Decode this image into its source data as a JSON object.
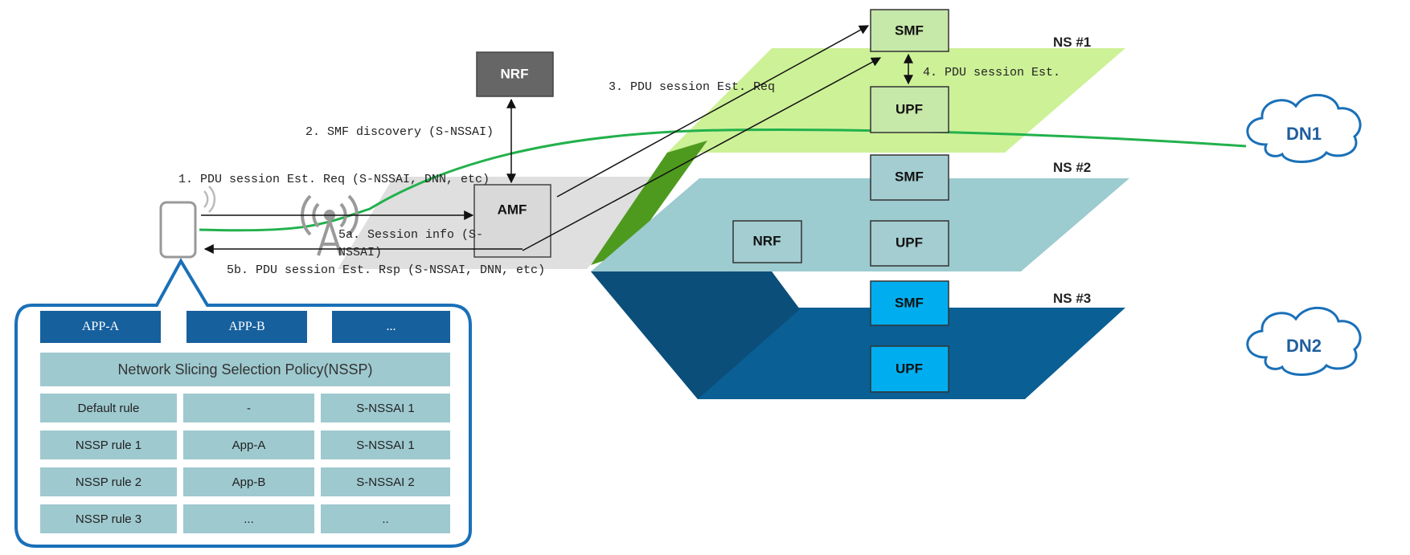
{
  "network_functions": {
    "nrf_top": "NRF",
    "amf": "AMF",
    "smf_ns1": "SMF",
    "upf_ns1": "UPF",
    "smf_ns2": "SMF",
    "upf_ns2": "UPF",
    "nrf_ns2": "NRF",
    "smf_ns3": "SMF",
    "upf_ns3": "UPF"
  },
  "slices": {
    "ns1": "NS #1",
    "ns2": "NS #2",
    "ns3": "NS #3"
  },
  "data_networks": {
    "dn1": "DN1",
    "dn2": "DN2"
  },
  "messages": {
    "step1": "1. PDU session Est. Req (S-NSSAI, DNN, etc)",
    "step2": "2. SMF discovery (S-NSSAI)",
    "step3": "3. PDU session Est. Req",
    "step4": "4. PDU session Est.",
    "step5a_line1": "5a. Session info (S-",
    "step5a_line2": "NSSAI)",
    "step5b": "5b. PDU session Est. Rsp (S-NSSAI, DNN, etc)"
  },
  "nssp": {
    "apps": [
      "APP-A",
      "APP-B",
      "..."
    ],
    "title": "Network Slicing Selection Policy(NSSP)",
    "rows": [
      [
        "Default rule",
        "-",
        "S-NSSAI 1"
      ],
      [
        "NSSP rule 1",
        "App-A",
        "S-NSSAI 1"
      ],
      [
        "NSSP rule 2",
        "App-B",
        "S-NSSAI 2"
      ],
      [
        "NSSP rule 3",
        "...",
        ".."
      ]
    ]
  },
  "colors": {
    "ns1_plane": "#c8f08c",
    "ns2_plane": "#9ccbd0",
    "ns3_plane": "#0a5f94",
    "amf_plane": "#d9d9d9",
    "ns1_box": "#c6e8a8",
    "ns2_box": "#a3cdd1",
    "ns3_box": "#00aeef",
    "nrf_top": "#666666",
    "app_button": "#17609e",
    "table_cell": "#9ec9cf",
    "session_line": "#22b14c",
    "panel_border": "#1a70b8"
  },
  "icons": [
    "phone-icon",
    "antenna-icon",
    "cloud-icon"
  ]
}
